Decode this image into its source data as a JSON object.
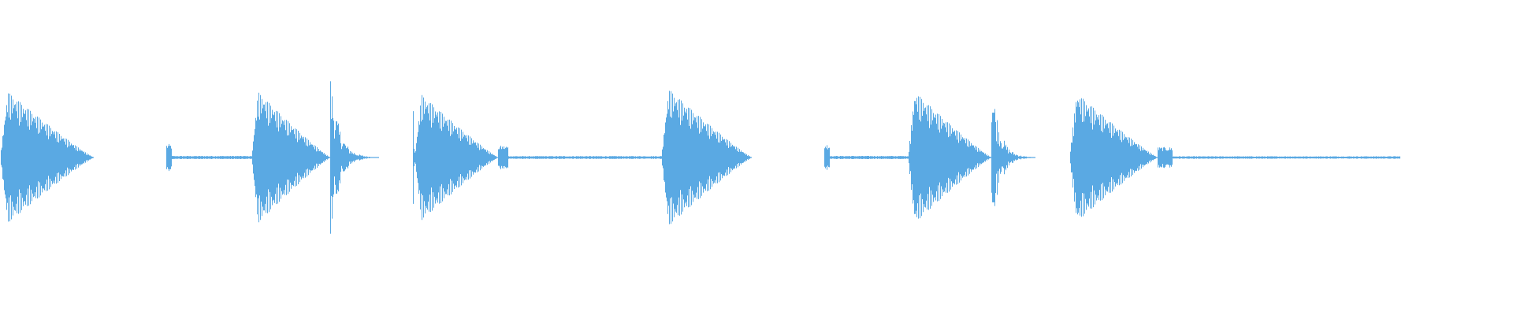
{
  "colors": {
    "background": "#ffffff",
    "waveform": "#5aa9e3"
  },
  "waveform": {
    "amplitude_range": [
      -1,
      1
    ],
    "time_range": [
      0,
      1
    ],
    "events": [
      {
        "type": "tonal",
        "start": 0.0,
        "end": 0.062,
        "peak": 0.48
      },
      {
        "type": "thin",
        "start": 0.11,
        "end": 0.166,
        "peak": 0.09
      },
      {
        "type": "tonal",
        "start": 0.166,
        "end": 0.218,
        "peak": 0.48
      },
      {
        "type": "click",
        "start": 0.218,
        "end": 0.25,
        "peak": 0.56
      },
      {
        "type": "click",
        "start": 0.273,
        "end": 0.275,
        "peak": 0.56
      },
      {
        "type": "tonal",
        "start": 0.274,
        "end": 0.329,
        "peak": 0.46
      },
      {
        "type": "thin",
        "start": 0.329,
        "end": 0.437,
        "peak": 0.08
      },
      {
        "type": "tonal",
        "start": 0.437,
        "end": 0.497,
        "peak": 0.5
      },
      {
        "type": "thin",
        "start": 0.545,
        "end": 0.6,
        "peak": 0.09
      },
      {
        "type": "tonal",
        "start": 0.6,
        "end": 0.655,
        "peak": 0.48
      },
      {
        "type": "click",
        "start": 0.655,
        "end": 0.684,
        "peak": 0.56
      },
      {
        "type": "tonal",
        "start": 0.707,
        "end": 0.765,
        "peak": 0.47
      },
      {
        "type": "thin",
        "start": 0.765,
        "end": 0.925,
        "peak": 0.07
      }
    ]
  }
}
